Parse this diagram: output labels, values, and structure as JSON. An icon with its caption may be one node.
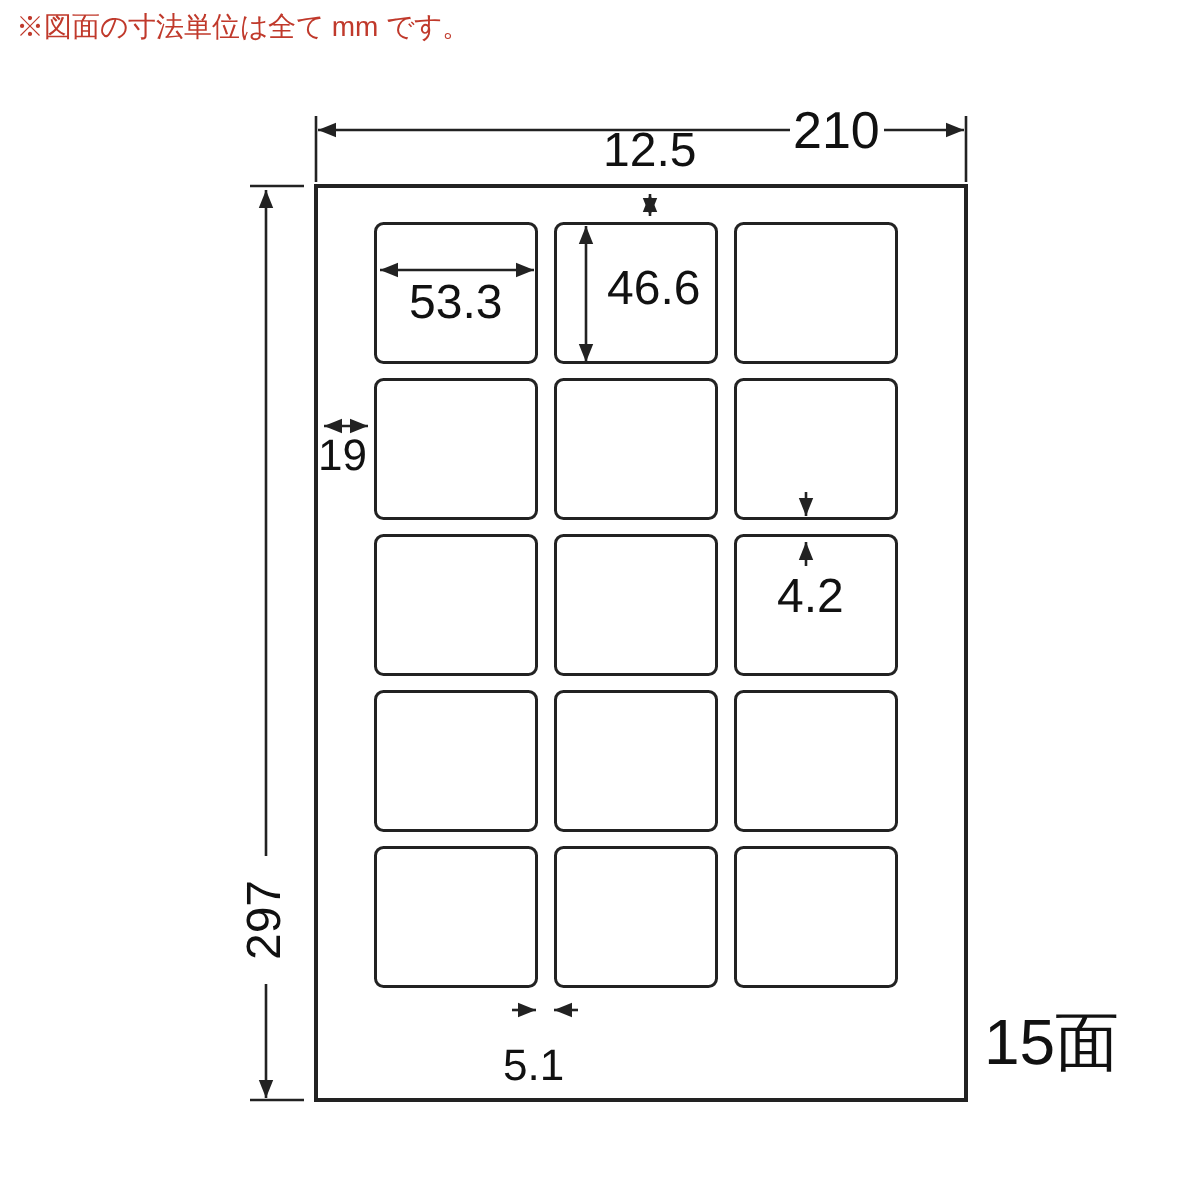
{
  "diagram": {
    "labels": [
      "※図面の寸法単位は全て mm です。",
      "210",
      "12.5",
      "53.3",
      "46.6",
      "19",
      "4.2",
      "297",
      "5.1",
      "15面"
    ]
  }
}
